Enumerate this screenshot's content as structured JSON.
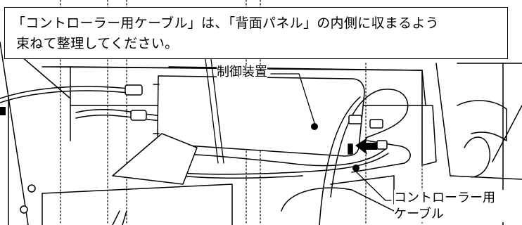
{
  "callout": {
    "text_line1": "「コントローラー用ケーブル」は、「背面パネル」の内側に収まるよう",
    "text_line2": "束ねて整理してください。"
  },
  "labels": {
    "controller": "制御装置",
    "cable_line1": "コントローラー用",
    "cable_line2": "ケーブル"
  }
}
